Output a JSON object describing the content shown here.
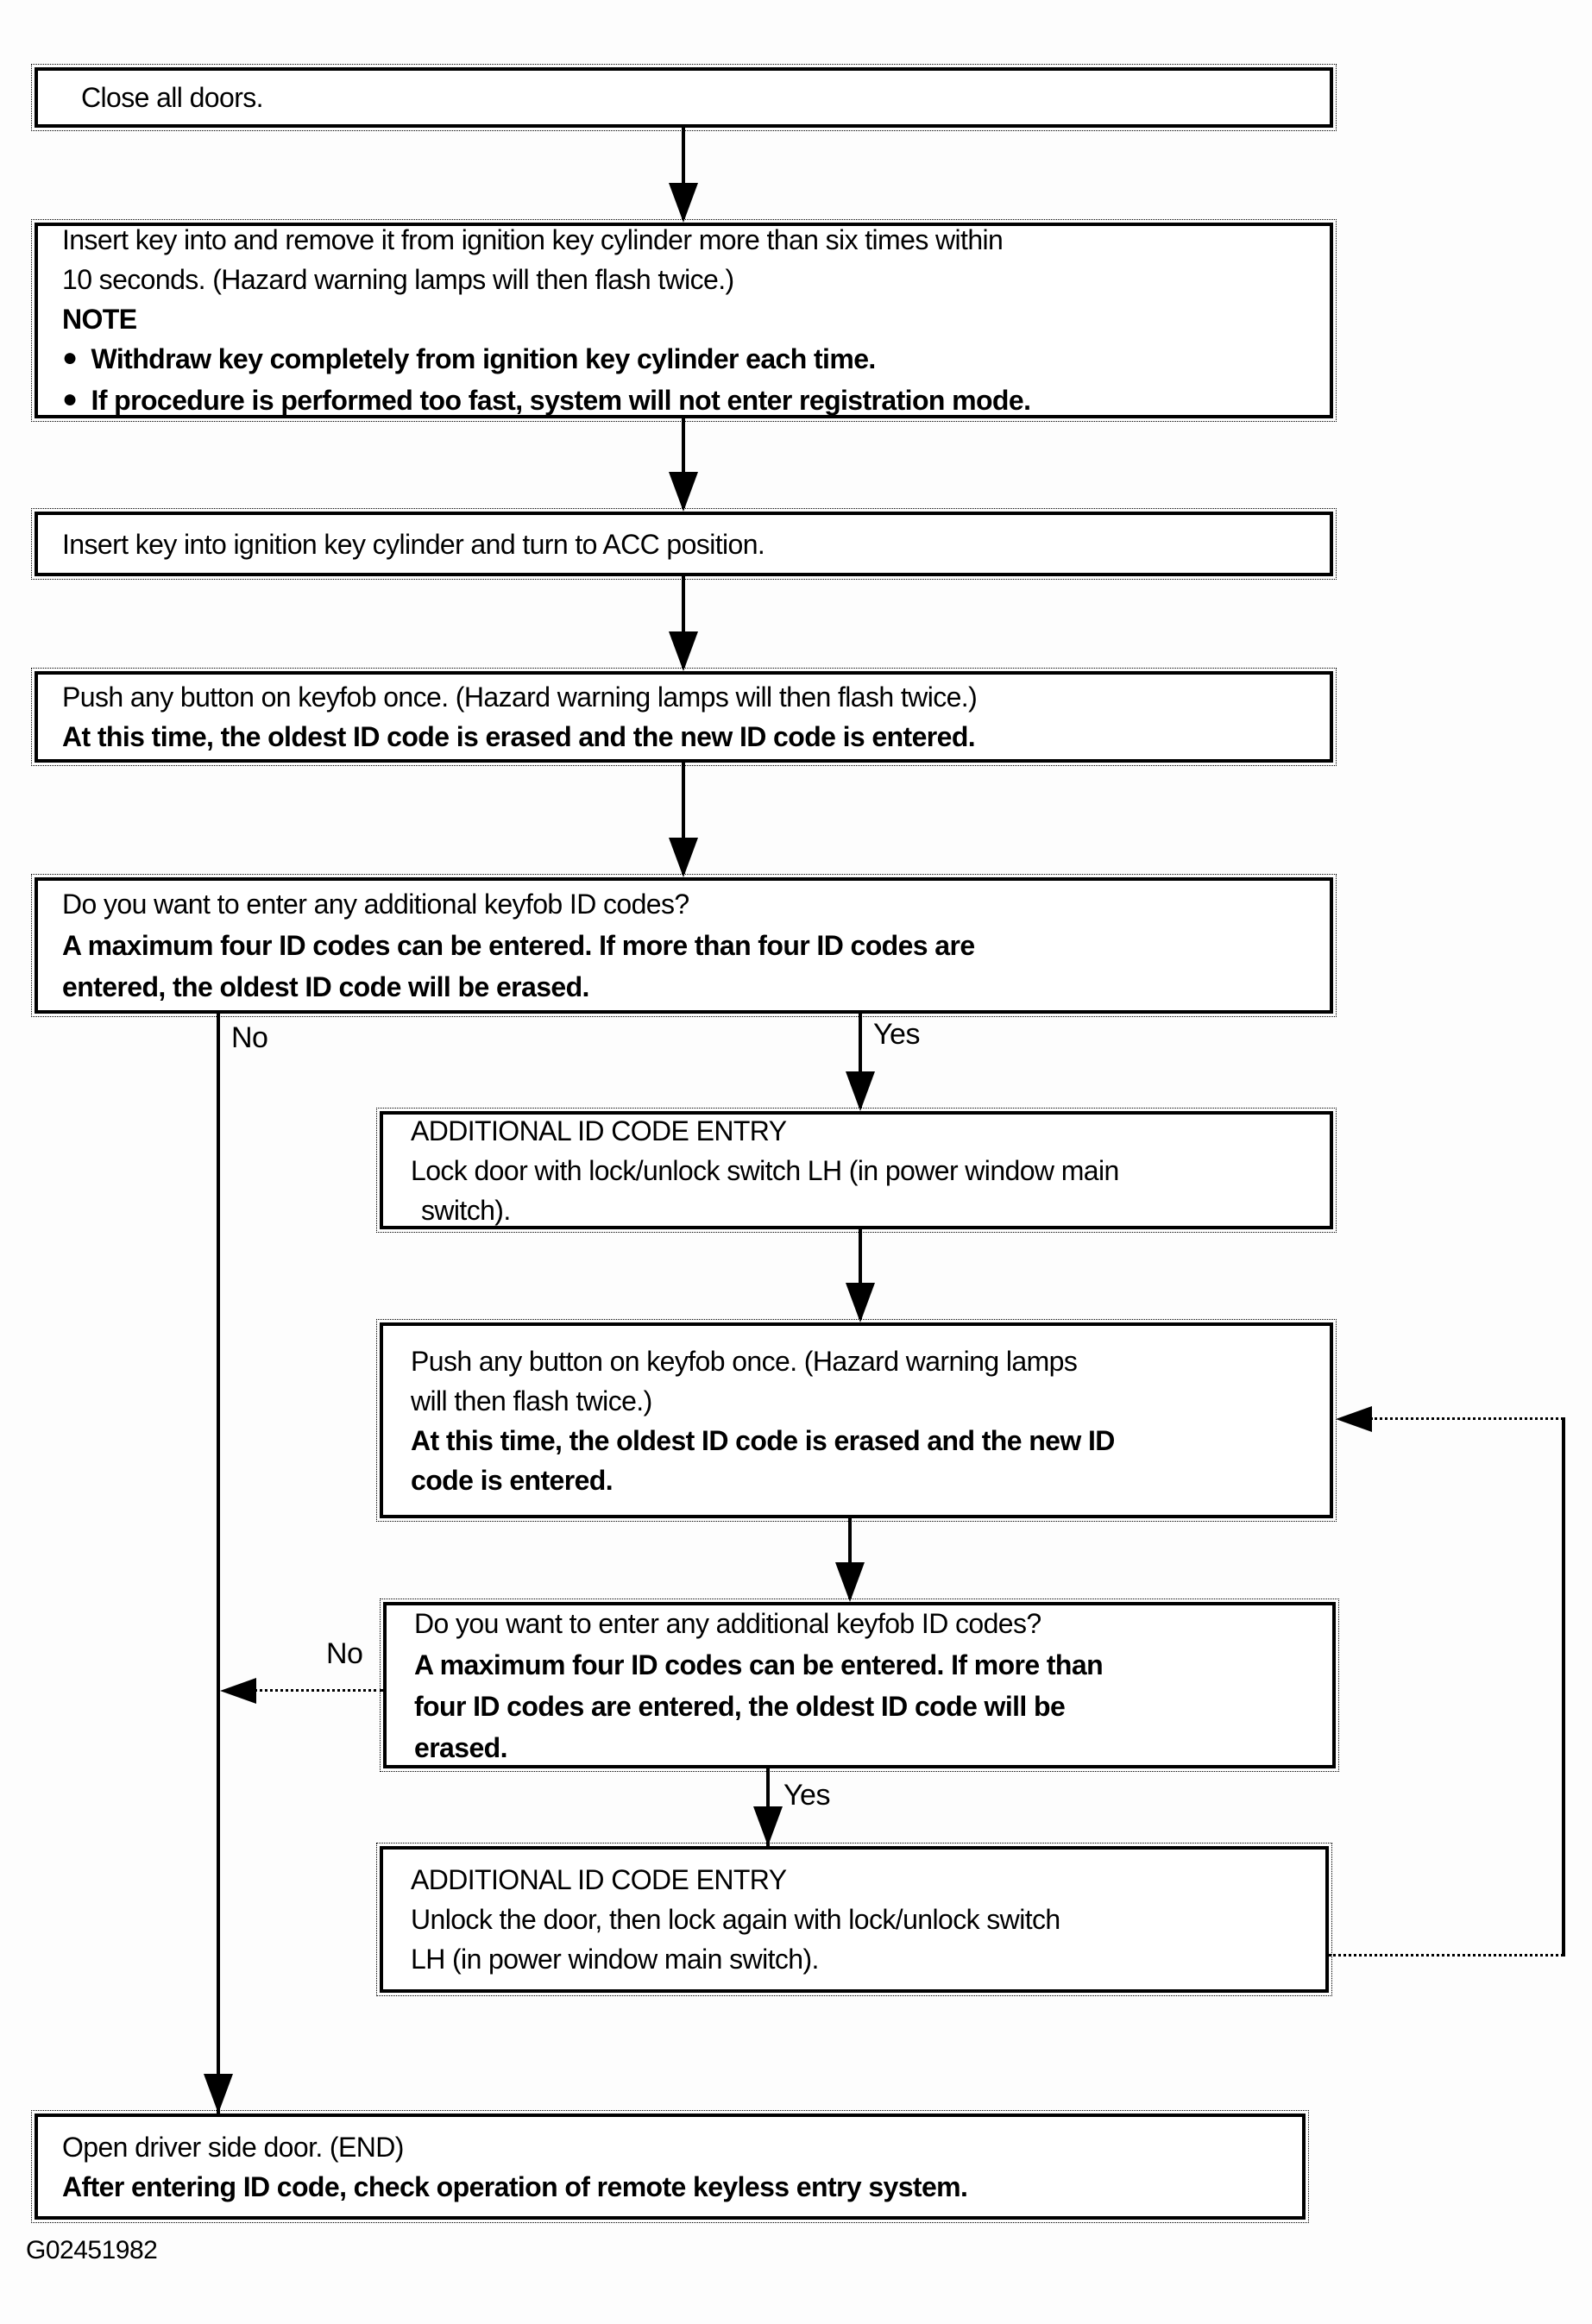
{
  "colors": {
    "ink": "#000000",
    "background": "#ffffff"
  },
  "figure_id": "G02451982",
  "flowchart": {
    "boxes": [
      {
        "name": "close-doors",
        "lines": [
          {
            "text": "Close all doors.",
            "bold": false
          }
        ]
      },
      {
        "name": "insert-remove-key",
        "lines": [
          {
            "text": "Insert key into and remove it from ignition key cylinder more than six times within",
            "bold": false
          },
          {
            "text": "10 seconds. (Hazard warning lamps will then flash twice.)",
            "bold": false
          },
          {
            "text": "NOTE",
            "bold": true
          },
          {
            "text": "Withdraw key completely from ignition key cylinder each time.",
            "bold": true,
            "bullet": "●"
          },
          {
            "text": "If procedure is performed too fast, system will not enter registration mode.",
            "bold": true,
            "bullet": "●"
          }
        ]
      },
      {
        "name": "turn-to-acc",
        "lines": [
          {
            "text": "Insert key into ignition key cylinder and turn to ACC position.",
            "bold": false
          }
        ]
      },
      {
        "name": "push-keyfob-first",
        "lines": [
          {
            "text": "Push any button on keyfob once. (Hazard warning lamps will then flash twice.)",
            "bold": false
          },
          {
            "text": "At this time, the oldest ID code is erased and the new ID code is entered.",
            "bold": true
          }
        ]
      },
      {
        "name": "additional-codes-question-1",
        "lines": [
          {
            "text": "Do you want to enter any additional keyfob ID codes?",
            "bold": false
          },
          {
            "text": "A maximum four ID codes can be entered. If more than four ID codes are",
            "bold": true
          },
          {
            "text": "entered, the oldest ID code will be erased.",
            "bold": true
          }
        ]
      },
      {
        "name": "additional-entry-lock",
        "lines": [
          {
            "text": "ADDITIONAL ID CODE ENTRY",
            "bold": false
          },
          {
            "text": "Lock door with lock/unlock switch LH (in power window main",
            "bold": false
          },
          {
            "text": "switch).",
            "bold": false
          }
        ]
      },
      {
        "name": "push-keyfob-second",
        "lines": [
          {
            "text": "Push any button on keyfob once. (Hazard warning lamps",
            "bold": false
          },
          {
            "text": "will then flash twice.)",
            "bold": false
          },
          {
            "text": "At this time, the oldest ID code is erased and the new ID",
            "bold": true
          },
          {
            "text": "code is entered.",
            "bold": true
          }
        ]
      },
      {
        "name": "additional-codes-question-2",
        "lines": [
          {
            "text": "Do you want to enter any additional keyfob ID codes?",
            "bold": false
          },
          {
            "text": "A maximum four ID codes can be entered. If more than",
            "bold": true
          },
          {
            "text": "four ID codes are entered, the oldest ID code will be",
            "bold": true
          },
          {
            "text": "erased.",
            "bold": true
          }
        ]
      },
      {
        "name": "additional-entry-unlock",
        "lines": [
          {
            "text": "ADDITIONAL ID CODE ENTRY",
            "bold": false
          },
          {
            "text": "Unlock the door, then lock again with lock/unlock switch",
            "bold": false
          },
          {
            "text": "LH (in power window main switch).",
            "bold": false
          }
        ]
      },
      {
        "name": "open-door-end",
        "lines": [
          {
            "text": "Open driver side door. (END)",
            "bold": false
          },
          {
            "text": "After entering ID code, check operation of remote keyless entry system.",
            "bold": true
          }
        ]
      }
    ],
    "branch_labels": [
      {
        "name": "no-1",
        "text": "No"
      },
      {
        "name": "yes-1",
        "text": "Yes"
      },
      {
        "name": "no-2",
        "text": "No"
      },
      {
        "name": "yes-2",
        "text": "Yes"
      }
    ]
  }
}
